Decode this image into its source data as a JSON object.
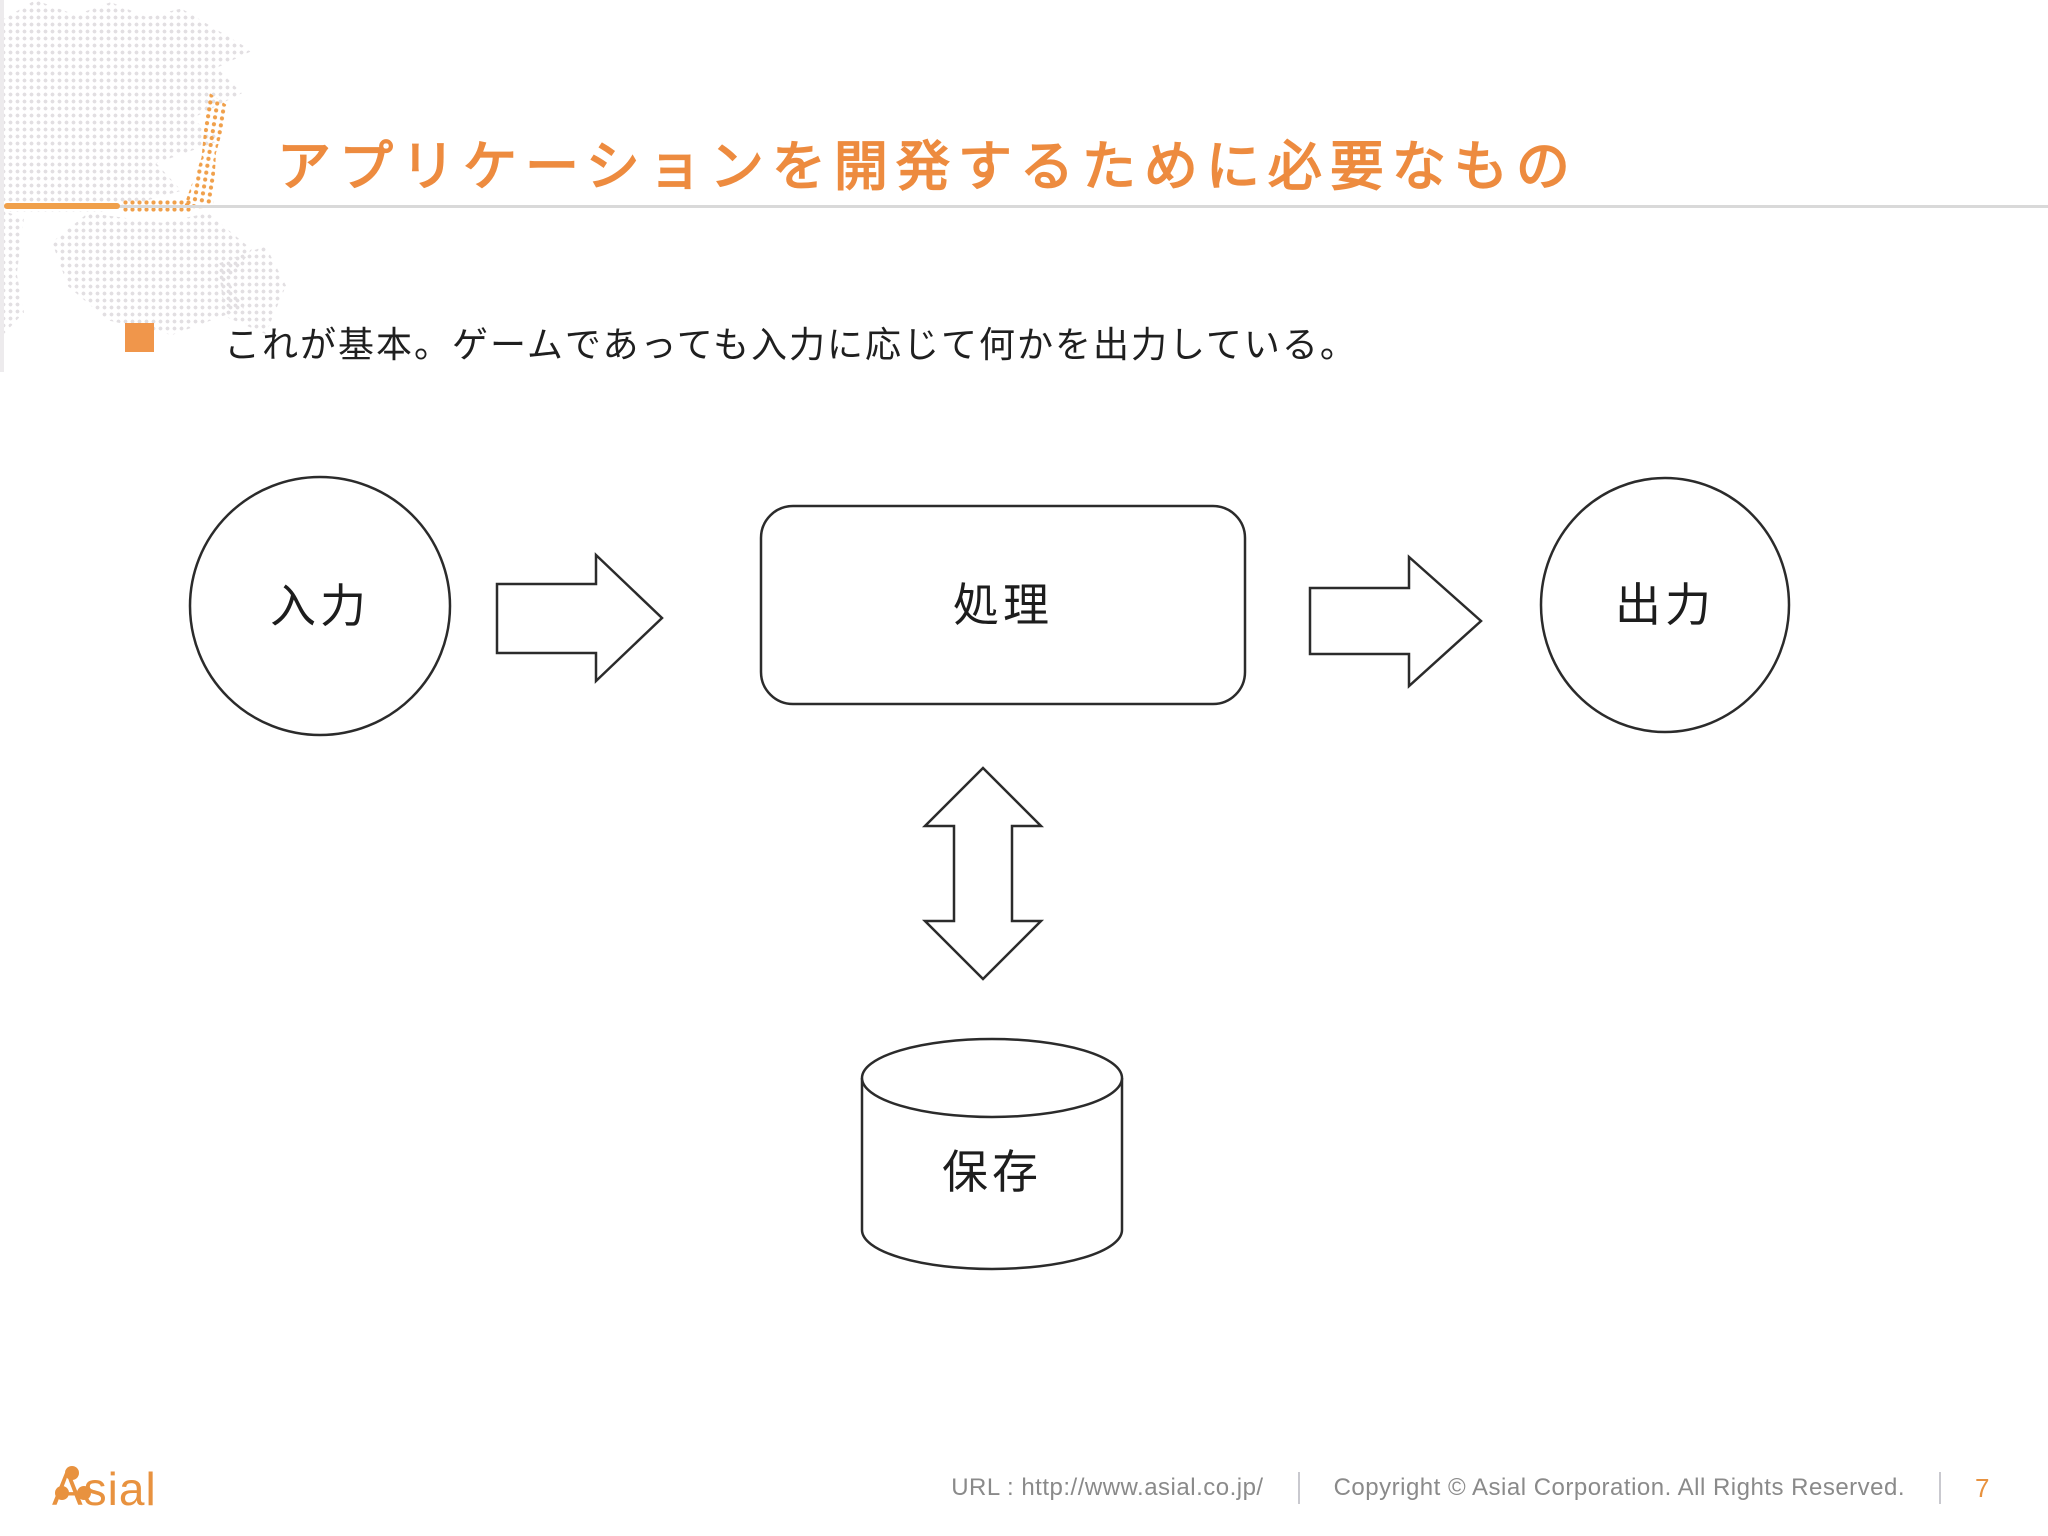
{
  "slide": {
    "title": "アプリケーションを開発するために必要なもの",
    "bullet_text": "これが基本。ゲームであっても入力に応じて何かを出力している。"
  },
  "diagram": {
    "nodes": [
      {
        "id": "input",
        "shape": "circle",
        "label": "入力"
      },
      {
        "id": "process",
        "shape": "rounded-rect",
        "label": "処理"
      },
      {
        "id": "output",
        "shape": "circle",
        "label": "出力"
      },
      {
        "id": "storage",
        "shape": "cylinder",
        "label": "保存"
      }
    ],
    "connectors": [
      {
        "from": "input",
        "to": "process",
        "style": "block-arrow-right"
      },
      {
        "from": "process",
        "to": "output",
        "style": "block-arrow-right"
      },
      {
        "from": "process",
        "to": "storage",
        "style": "block-arrow-double-vertical"
      }
    ]
  },
  "footer": {
    "logo_text": "Asial",
    "url_text": "URL : http://www.asial.co.jp/",
    "copyright_text": "Copyright ©  Asial Corporation. All Rights Reserved.",
    "page_number": "7"
  },
  "colors": {
    "accent_orange": "#ed8b3f",
    "bullet_orange": "#f0964b",
    "line_gray": "#d9d9d9",
    "diagram_stroke": "#2b2b2b",
    "footer_gray": "#8a8a8a"
  }
}
